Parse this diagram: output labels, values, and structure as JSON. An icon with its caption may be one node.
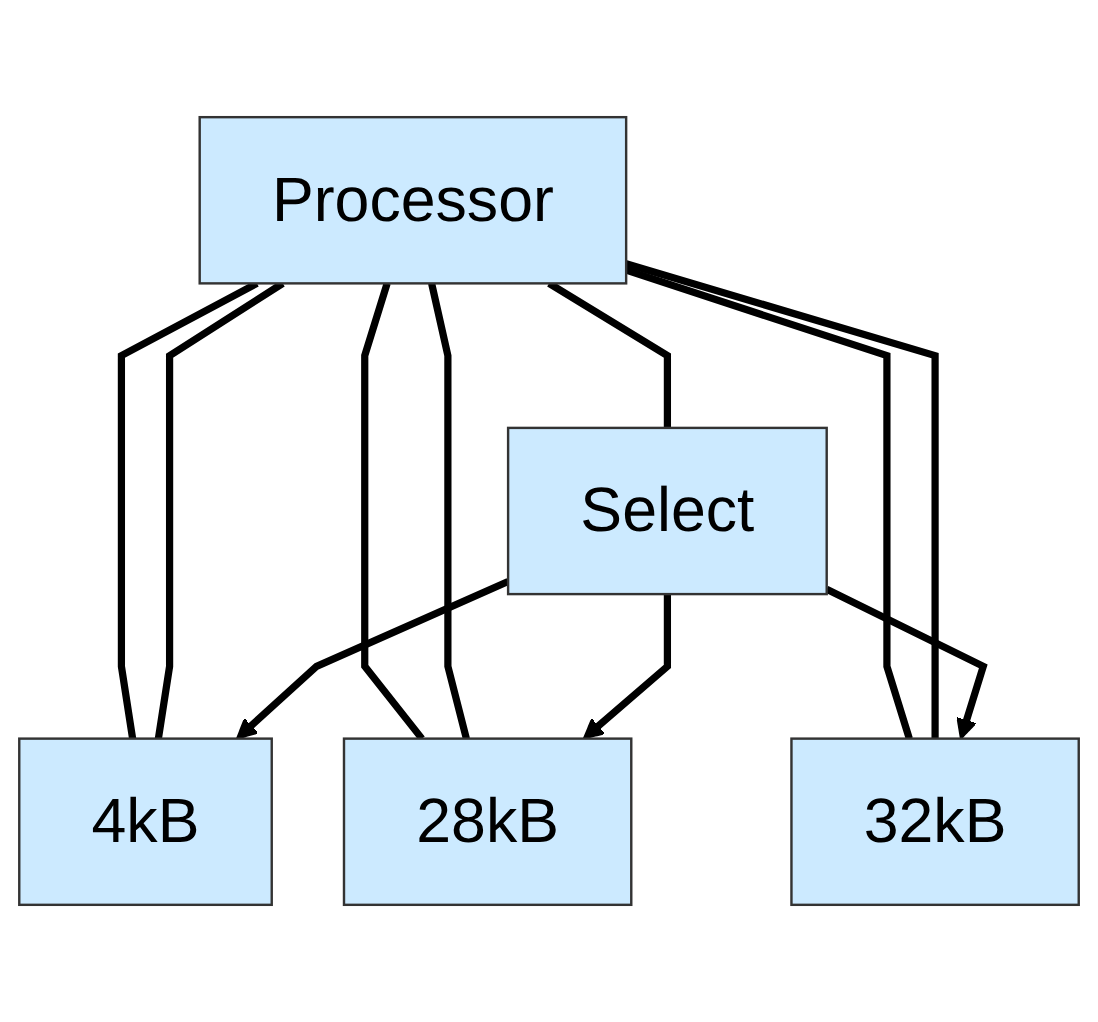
{
  "diagram": {
    "nodes": [
      {
        "text": [
          "Processor"
        ]
      },
      {
        "text": [
          "Select"
        ]
      },
      {
        "text": [
          "4kB"
        ]
      },
      {
        "text": [
          "28kB"
        ]
      },
      {
        "text": [
          "32kB"
        ]
      }
    ],
    "edges": [
      {
        "from": 0,
        "to": 1,
        "arrow": "none"
      },
      {
        "from": 0,
        "to": 2,
        "arrow": "none"
      },
      {
        "from": 0,
        "to": 3,
        "arrow": "none"
      },
      {
        "from": 0,
        "to": 4,
        "arrow": "none"
      },
      {
        "from": 0,
        "to": 2,
        "arrow": "none"
      },
      {
        "from": 0,
        "to": 3,
        "arrow": "none"
      },
      {
        "from": 0,
        "to": 4,
        "arrow": "none"
      },
      {
        "from": 1,
        "to": 2,
        "arrow": "to"
      },
      {
        "from": 1,
        "to": 3,
        "arrow": "to"
      },
      {
        "from": 1,
        "to": 4,
        "arrow": "to"
      }
    ]
  }
}
